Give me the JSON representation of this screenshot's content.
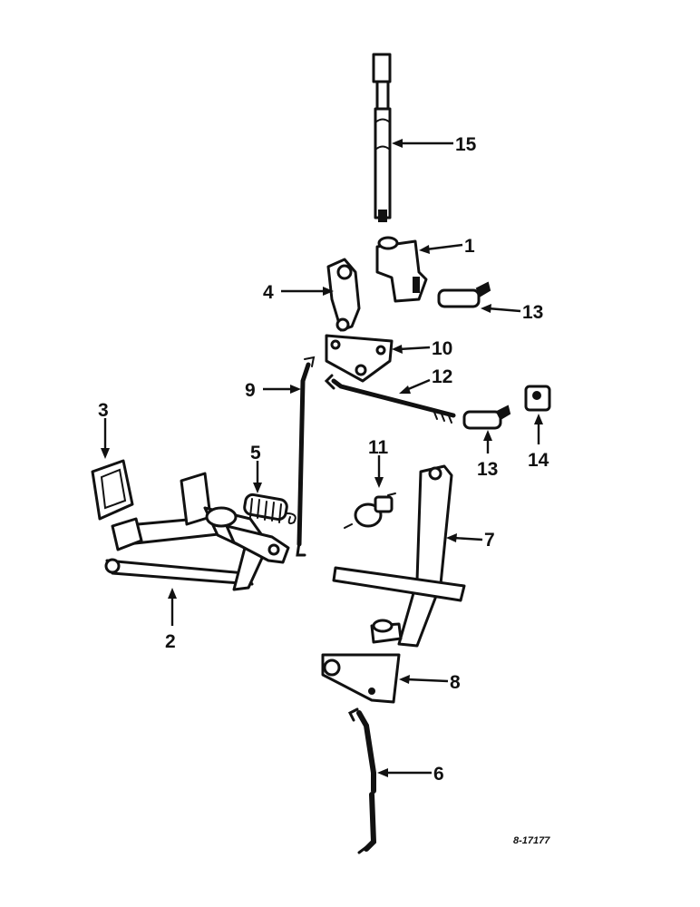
{
  "callouts": {
    "c1": "1",
    "c2": "2",
    "c3": "3",
    "c4": "4",
    "c5": "5",
    "c6": "6",
    "c7": "7",
    "c8": "8",
    "c9": "9",
    "c10": "10",
    "c11": "11",
    "c12": "12",
    "c13a": "13",
    "c13b": "13",
    "c14": "14",
    "c15": "15"
  },
  "reference_code": "8-17177"
}
